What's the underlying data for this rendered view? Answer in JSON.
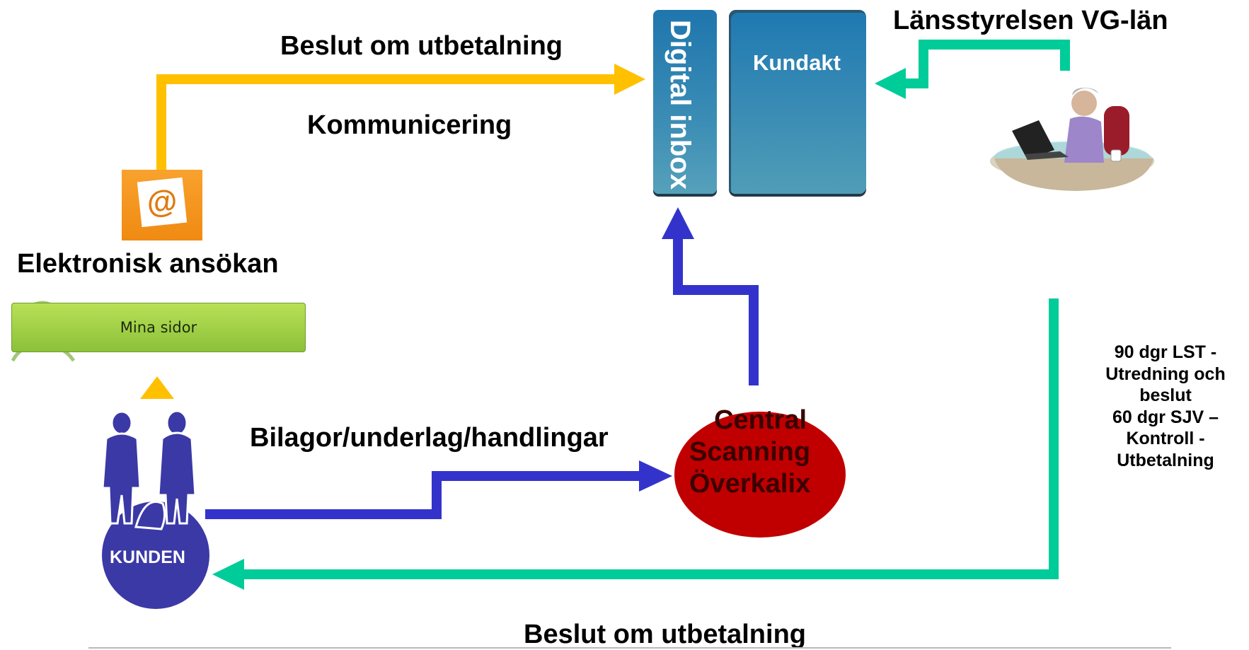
{
  "labels": {
    "beslut_top": "Beslut om utbetalning",
    "kommunicering": "Kommunicering",
    "elektronisk": "Elektronisk ansökan",
    "bilagor": "Bilagor/underlag/handlingar",
    "lansstyrelsen": "Länsstyrelsen VG-län",
    "beslut_bottom": "Beslut om utbetalning"
  },
  "nodes": {
    "inbox": "Digital inbox",
    "kundakt": "Kundakt",
    "mina_sidor": "Mina sidor",
    "at_symbol": "@",
    "central_scanning": [
      "Central",
      "Scanning",
      "Överkalix"
    ],
    "kunden": "KUNDEN"
  },
  "right_note": [
    "90 dgr LST -",
    "Utredning och",
    "beslut",
    "60 dgr SJV –",
    "Kontroll -",
    "Utbetalning"
  ],
  "colors": {
    "yellow_arrow": "#ffc000",
    "blue_arrow": "#3333cc",
    "green_arrow": "#00cc99",
    "central_fill": "#c00000",
    "kunden_fill": "#3b39a6",
    "box_blue": "#2a7fb3"
  },
  "icons": {
    "email": "at-sign-icon",
    "customers": "people-icon",
    "officer": "computer-worker-icon",
    "mina_sidor": "person-outline-icon"
  }
}
